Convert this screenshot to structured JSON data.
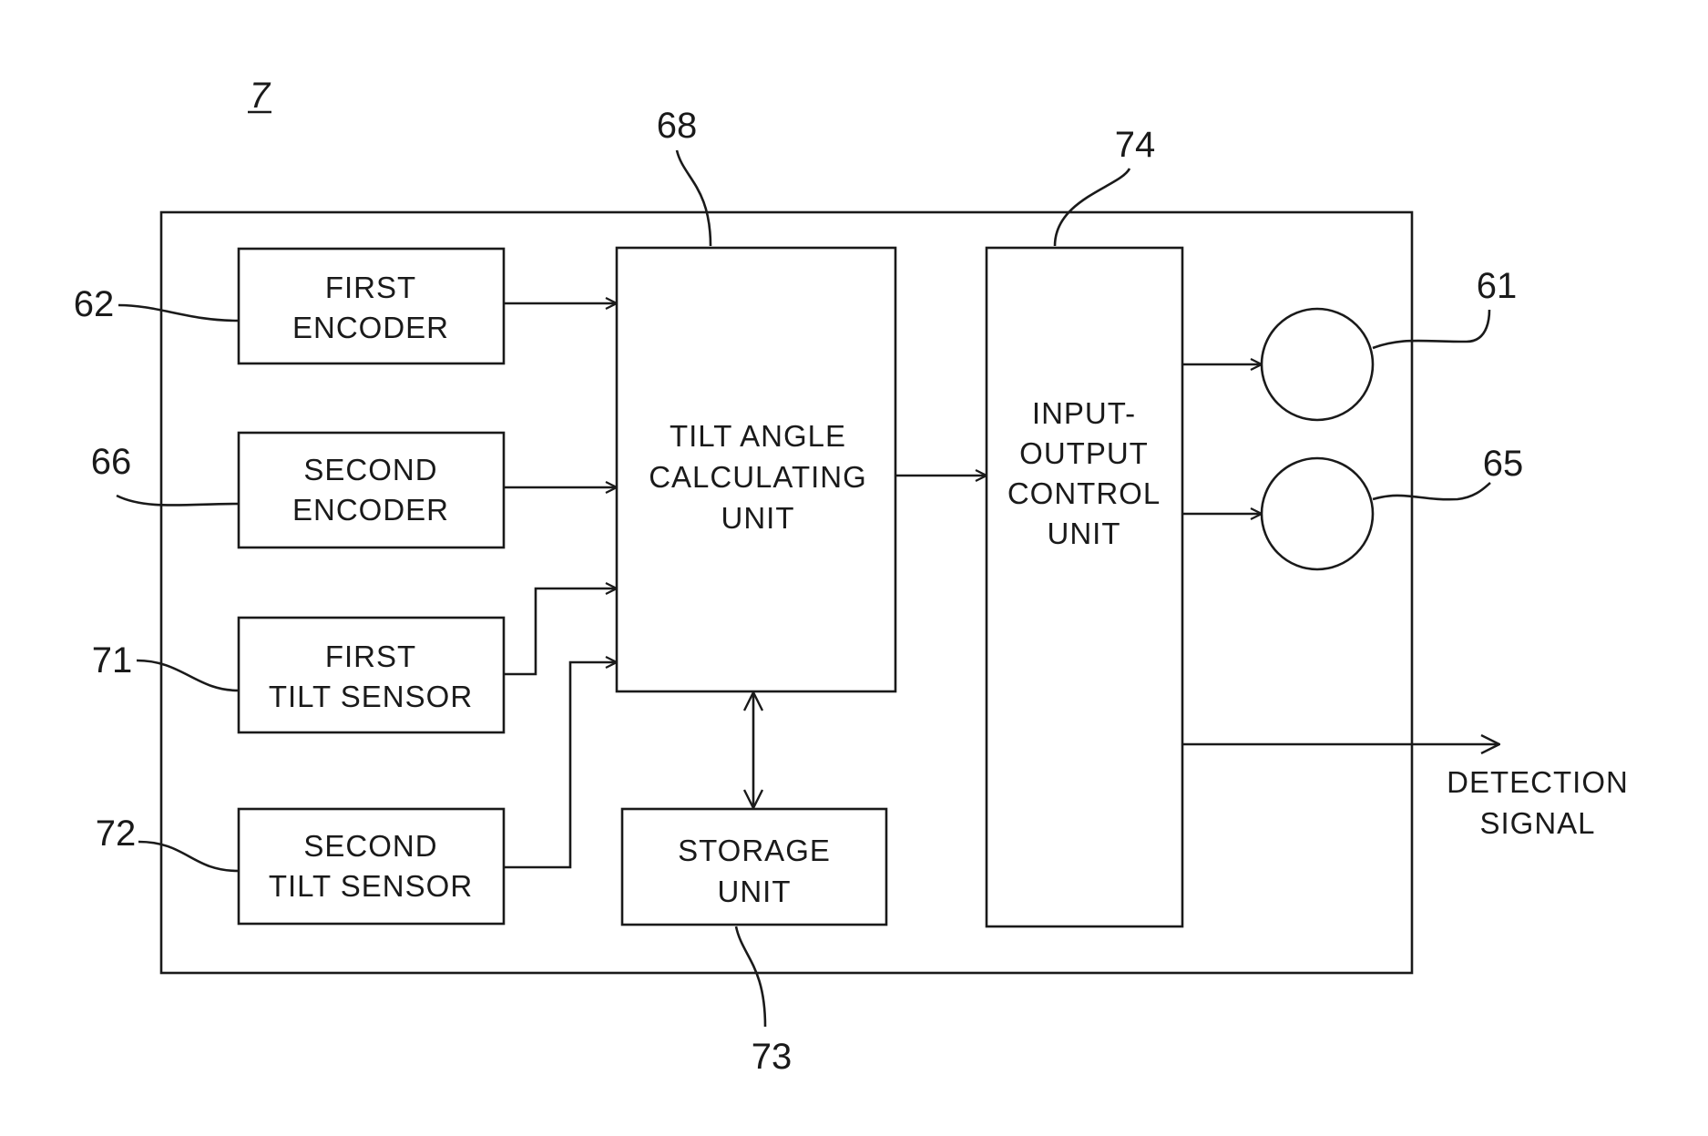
{
  "figure_number": "7",
  "blocks": {
    "first_encoder": {
      "ref": "62",
      "lines": [
        "FIRST",
        "ENCODER"
      ]
    },
    "second_encoder": {
      "ref": "66",
      "lines": [
        "SECOND",
        "ENCODER"
      ]
    },
    "first_tilt_sensor": {
      "ref": "71",
      "lines": [
        "FIRST",
        "TILT  SENSOR"
      ]
    },
    "second_tilt_sensor": {
      "ref": "72",
      "lines": [
        "SECOND",
        "TILT  SENSOR"
      ]
    },
    "tilt_angle_calculating_unit": {
      "ref": "68",
      "lines": [
        "TILT  ANGLE",
        "CALCULATING",
        "UNIT"
      ]
    },
    "storage_unit": {
      "ref": "73",
      "lines": [
        "STORAGE",
        "UNIT"
      ]
    },
    "input_output_control_unit": {
      "ref": "74",
      "lines": [
        "INPUT-",
        "OUTPUT",
        "CONTROL",
        "UNIT"
      ]
    },
    "motor_a": {
      "ref": "61"
    },
    "motor_b": {
      "ref": "65"
    }
  },
  "output": {
    "lines": [
      "DETECTION",
      "SIGNAL"
    ]
  }
}
